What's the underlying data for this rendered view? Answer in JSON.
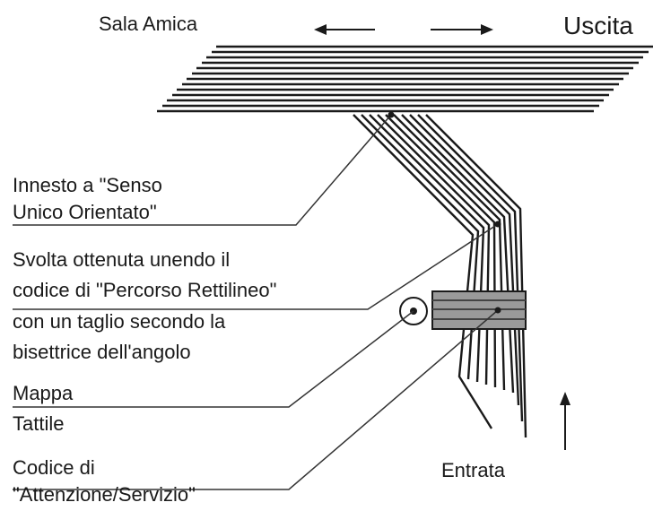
{
  "directions": {
    "left_destination": "Sala Amica",
    "right_destination": "Uscita",
    "entrance": "Entrata"
  },
  "callouts": {
    "junction": {
      "line1": "Innesto a \"Senso",
      "line2": "Unico Orientato\""
    },
    "turn": {
      "line1": "Svolta ottenuta unendo il",
      "line2": "codice di \"Percorso Rettilineo\"",
      "line3": "con un taglio secondo la",
      "line4": "bisettrice dell'angolo"
    },
    "tactile_map": {
      "line1": "Mappa",
      "line2": "Tattile"
    },
    "attention_code": {
      "line1": "Codice di",
      "line2": "\"Attenzione/Servizio\""
    }
  },
  "colors": {
    "stripe": "#1a1a1a",
    "background": "#ffffff",
    "attention_fill": "#999999"
  }
}
